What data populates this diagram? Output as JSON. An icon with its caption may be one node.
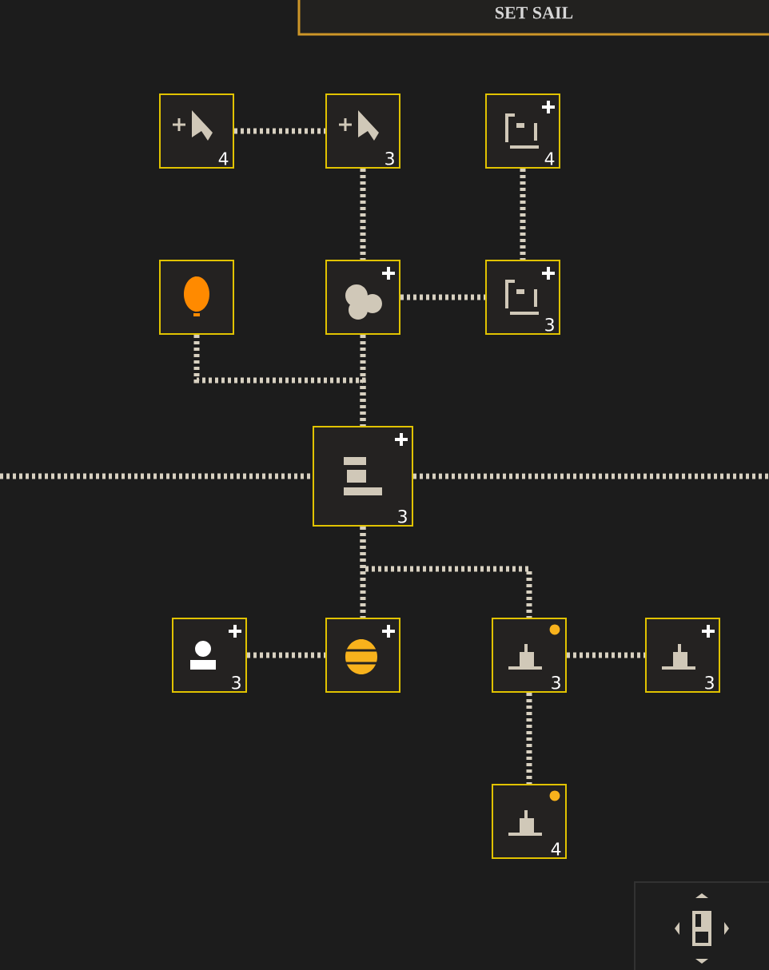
{
  "diagram": {
    "nodes": [
      {
        "text": [
          "4"
        ]
      },
      {
        "text": [
          "3"
        ]
      },
      {
        "text": [
          "4"
        ]
      },
      {
        "text": [],
        "shape": "picture"
      },
      {
        "text": [],
        "shape": "picture"
      },
      {
        "text": [
          "3"
        ]
      },
      {
        "text": [
          "3"
        ]
      },
      {
        "text": [
          "3"
        ]
      },
      {
        "text": [],
        "shape": "picture"
      },
      {
        "text": [
          "3"
        ]
      },
      {
        "text": [
          "3"
        ]
      },
      {
        "text": [
          "4"
        ]
      }
    ],
    "edges": [
      {
        "from": 0,
        "to": 1,
        "arrow": "none"
      },
      {
        "from": 1,
        "to": 4,
        "arrow": "none"
      },
      {
        "from": 2,
        "to": 5,
        "arrow": "none"
      },
      {
        "from": 4,
        "to": 5,
        "arrow": "none"
      },
      {
        "from": 3,
        "to": 6,
        "arrow": "none"
      },
      {
        "from": 4,
        "to": 6,
        "arrow": "none"
      },
      {
        "from": null,
        "to": 6,
        "arrow": "none"
      },
      {
        "from": 6,
        "to": null,
        "arrow": "none"
      },
      {
        "from": 6,
        "to": 8,
        "arrow": "none"
      },
      {
        "from": 6,
        "to": 9,
        "arrow": "none"
      },
      {
        "from": 7,
        "to": 8,
        "arrow": "none"
      },
      {
        "from": 9,
        "to": 10,
        "arrow": "none"
      },
      {
        "from": 9,
        "to": 11,
        "arrow": "none"
      }
    ],
    "labels": [
      "SET SAIL"
    ]
  }
}
